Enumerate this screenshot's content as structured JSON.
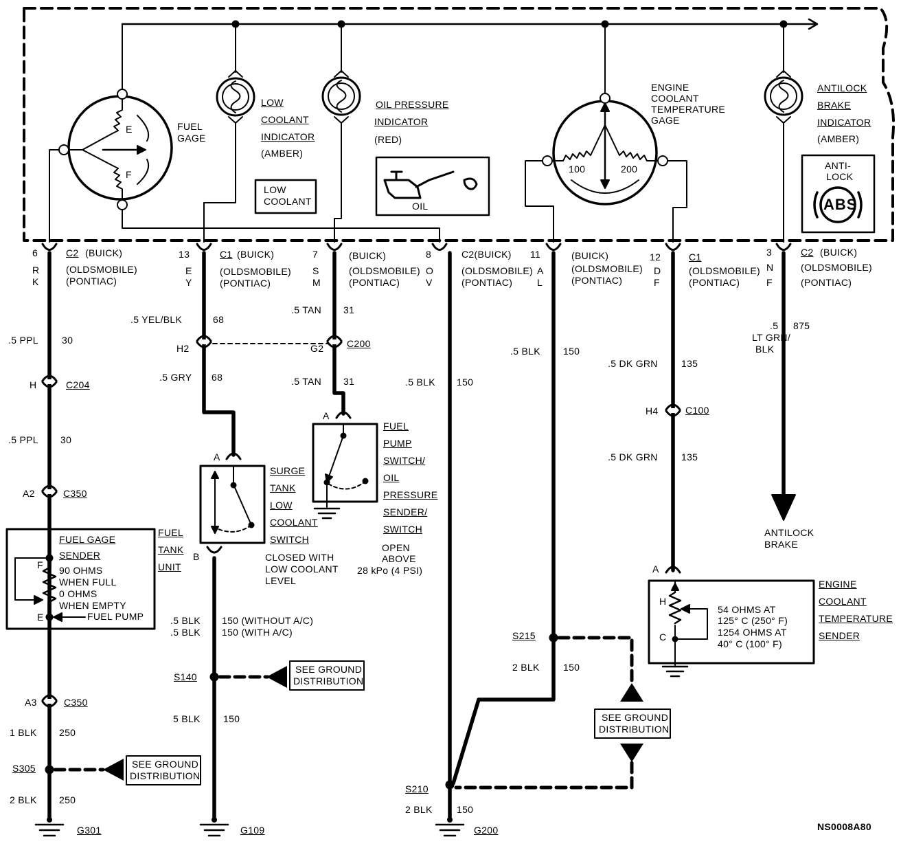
{
  "cluster": {
    "fuel_gage": {
      "label": [
        "FUEL",
        "GAGE"
      ],
      "empty": "E",
      "full": "F"
    },
    "low_coolant_indicator": {
      "label": [
        "LOW",
        "COOLANT",
        "INDICATOR",
        "(AMBER)"
      ],
      "lamp_text": [
        "LOW",
        "COOLANT"
      ]
    },
    "oil_pressure_indicator": {
      "label": [
        "OIL PRESSURE",
        "INDICATOR",
        "(RED)"
      ],
      "lamp_text": "OIL"
    },
    "ect_gage": {
      "label": [
        "ENGINE",
        "COOLANT",
        "TEMPERATURE",
        "GAGE"
      ],
      "scale_low": "100",
      "scale_high": "200"
    },
    "abs_indicator": {
      "label": [
        "ANTILOCK",
        "BRAKE",
        "INDICATOR",
        "(AMBER)"
      ],
      "lamp_text": [
        "ANTI-",
        "LOCK",
        "ABS"
      ]
    }
  },
  "connectors": {
    "c6": {
      "cavity": "6",
      "codes": [
        "R",
        "K"
      ],
      "name": "C2",
      "buick": "(BUICK)",
      "olds": "(OLDSMOBILE)",
      "pontiac": "(PONTIAC)"
    },
    "c13": {
      "cavity": "13",
      "codes": [
        "E",
        "Y"
      ],
      "name": "C1",
      "buick": "(BUICK)",
      "olds": "(OLDSMOBILE)",
      "pontiac": "(PONTIAC)"
    },
    "c7": {
      "cavity": "7",
      "codes": [
        "S",
        "M"
      ],
      "buick": "(BUICK)",
      "olds": "(OLDSMOBILE)",
      "pontiac": "(PONTIAC)"
    },
    "c8": {
      "cavity": "8",
      "codes": [
        "O",
        "V"
      ],
      "name_buick": "C2(BUICK)",
      "olds": "(OLDSMOBILE)",
      "pontiac": "(PONTIAC)"
    },
    "c11": {
      "cavity": "11",
      "codes": [
        "A",
        "L"
      ],
      "buick": "(BUICK)",
      "olds": "(OLDSMOBILE)",
      "pontiac": "(PONTIAC)"
    },
    "c12": {
      "cavity": "12",
      "codes": [
        "D",
        "F"
      ],
      "name": "C1",
      "olds": "(OLDSMOBILE)",
      "pontiac": "(PONTIAC)"
    },
    "c3": {
      "cavity": "3",
      "codes": [
        "N",
        "F"
      ],
      "name": "C2",
      "buick": "(BUICK)",
      "olds": "(OLDSMOBILE)",
      "pontiac": "(PONTIAC)"
    }
  },
  "fuel_circuit": {
    "wire1": {
      "size": ".5 PPL",
      "circuit": "30"
    },
    "c204": {
      "cavity": "H",
      "name": "C204"
    },
    "wire2": {
      "size": ".5 PPL",
      "circuit": "30"
    },
    "c350_a2": {
      "cavity": "A2",
      "name": "C350"
    },
    "sender": {
      "title": [
        "FUEL GAGE",
        "SENDER"
      ],
      "f": "F",
      "e": "E",
      "spec": [
        "90 OHMS",
        "WHEN FULL",
        "0 OHMS",
        "WHEN EMPTY"
      ],
      "pump": "FUEL PUMP",
      "unit_label": [
        "FUEL",
        "TANK",
        "UNIT"
      ]
    },
    "c350_a3": {
      "cavity": "A3",
      "name": "C350"
    },
    "wire3": {
      "size": "1 BLK",
      "circuit": "250"
    },
    "splice": "S305",
    "ground_ref": [
      "SEE GROUND",
      "DISTRIBUTION"
    ],
    "wire4": {
      "size": "2 BLK",
      "circuit": "250"
    },
    "ground": "G301"
  },
  "coolant_switch_circuit": {
    "wire1": {
      "size": ".5 YEL/BLK",
      "circuit": "68"
    },
    "inline": "H2",
    "wire2": {
      "size": ".5 GRY",
      "circuit": "68"
    },
    "pin_a": "A",
    "pin_b": "B",
    "switch_label": [
      "SURGE",
      "TANK",
      "LOW",
      "COOLANT",
      "SWITCH"
    ],
    "switch_note": [
      "CLOSED WITH",
      "LOW COOLANT",
      "LEVEL"
    ],
    "wire3a": {
      "size": ".5 BLK",
      "circuit": "150 (WITHOUT A/C)"
    },
    "wire3b": {
      "size": ".5 BLK",
      "circuit": "150 (WITH A/C)"
    },
    "splice": "S140",
    "ground_ref": [
      "SEE GROUND",
      "DISTRIBUTION"
    ],
    "wire4": {
      "size": "5 BLK",
      "circuit": "150"
    },
    "ground": "G109"
  },
  "oil_circuit": {
    "wire1": {
      "size": ".5 TAN",
      "circuit": "31"
    },
    "inline": {
      "cavity": "G2",
      "name": "C200"
    },
    "wire2": {
      "size": ".5 TAN",
      "circuit": "31"
    },
    "pin_a": "A",
    "switch_label": [
      "FUEL",
      "PUMP",
      "SWITCH/",
      "OIL",
      "PRESSURE",
      "SENDER/",
      "SWITCH"
    ],
    "switch_note": [
      "OPEN",
      "ABOVE",
      "28 kPo (4 PSI)"
    ]
  },
  "ground_150_circuit": {
    "wire1": {
      "size": ".5 BLK",
      "circuit": "150"
    },
    "splice": "S210",
    "wire2": {
      "size": "2 BLK",
      "circuit": "150"
    },
    "ground": "G200"
  },
  "ground_150b_circuit": {
    "wire1": {
      "size": ".5 BLK",
      "circuit": "150"
    },
    "splice": "S215",
    "wire2": {
      "size": "2 BLK",
      "circuit": "150"
    },
    "ground_ref": [
      "SEE GROUND",
      "DISTRIBUTION"
    ]
  },
  "ect_circuit": {
    "wire1": {
      "size": ".5 DK GRN",
      "circuit": "135"
    },
    "inline": {
      "cavity": "H4",
      "name": "C100"
    },
    "wire2": {
      "size": ".5 DK GRN",
      "circuit": "135"
    },
    "pin_a": "A",
    "sender": {
      "h": "H",
      "c": "C",
      "spec": [
        "54 OHMS AT",
        "125° C (250° F)",
        "1254 OHMS AT",
        "40° C (100° F)"
      ],
      "label": [
        "ENGINE",
        "COOLANT",
        "TEMPERATURE",
        "SENDER"
      ]
    }
  },
  "abs_circuit": {
    "wire": {
      "size": [
        ".5",
        "LT GRN/",
        "BLK"
      ],
      "circuit": "875"
    },
    "dest": [
      "ANTILOCK",
      "BRAKE"
    ]
  },
  "figure_id": "NS0008A80"
}
